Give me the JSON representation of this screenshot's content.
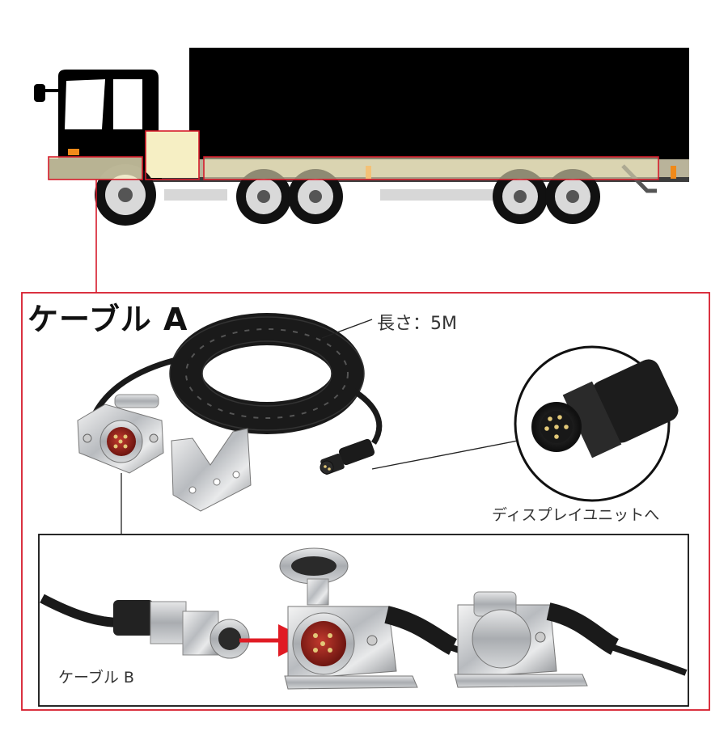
{
  "labels": {
    "cable_a": "ケーブル A",
    "length": "長さ：5M",
    "display_unit": "ディスプレイユニットへ",
    "cable_b": "ケーブル B"
  },
  "colors": {
    "frame": "#d61b2b",
    "highlight_fill": "#f6efc4",
    "truck": "#000000",
    "arrow": "#e01b24",
    "lamp": "#f08a1a"
  }
}
